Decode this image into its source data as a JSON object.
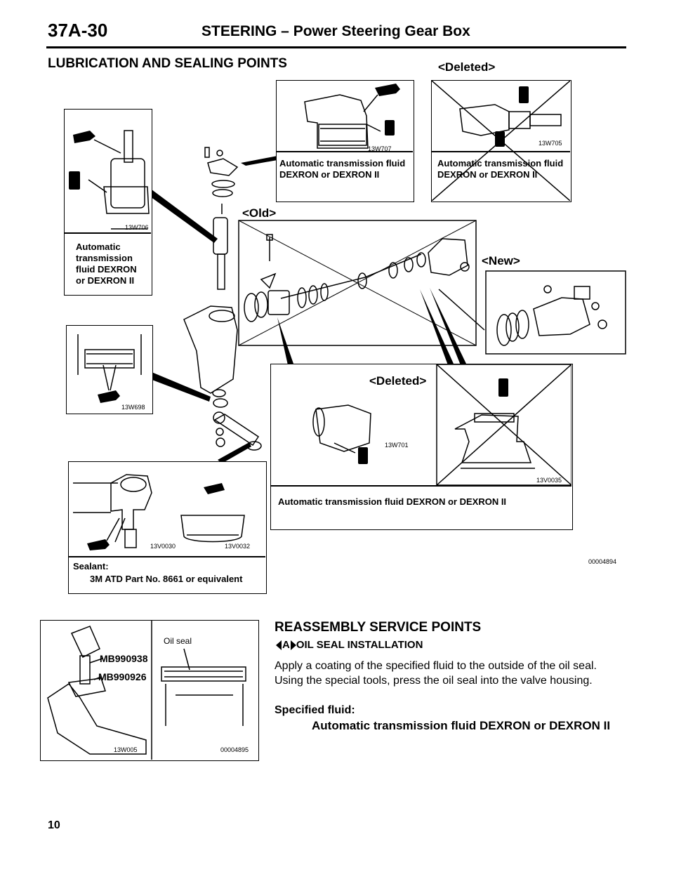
{
  "header": {
    "code": "37A-30",
    "title": "STEERING – Power Steering Gear Box"
  },
  "section_title": "LUBRICATION AND SEALING POINTS",
  "labels": {
    "deleted_top": "<Deleted>",
    "old": "<Old>",
    "new": "<New>",
    "deleted_mid": "<Deleted>"
  },
  "panels": {
    "p706": {
      "code": "13W706",
      "caption": "Automatic transmission fluid DEXRON or DEXRON II"
    },
    "p707": {
      "code": "13W707",
      "caption": "Automatic transmission fluid DEXRON or DEXRON II"
    },
    "p705": {
      "code": "13W705",
      "caption": "Automatic transmission fluid DEXRON or DEXRON II"
    },
    "p698": {
      "code": "13W698"
    },
    "p701": {
      "code": "13W701",
      "code2": "13V0035",
      "caption": "Automatic transmission fluid DEXRON or DEXRON II"
    },
    "psealant": {
      "code1": "13V0030",
      "code2": "13V0032",
      "caption_title": "Sealant:",
      "caption_body": "3M ATD Part No. 8661 or equivalent"
    }
  },
  "figure_code_main": "00004894",
  "figure2": {
    "tool1": "MB990938",
    "tool2": "MB990926",
    "oil_seal": "Oil seal",
    "code1": "13W005",
    "code2": "00004895"
  },
  "reassembly": {
    "title": "REASSEMBLY SERVICE POINTS",
    "marker": "A",
    "subtitle": "OIL SEAL INSTALLATION",
    "body": "Apply a coating of the specified fluid to the outside of the oil seal. Using the special tools, press the oil seal into the valve housing.",
    "spec_label": "Specified fluid:",
    "spec_value": "Automatic transmission fluid DEXRON or DEXRON II"
  },
  "page_number": "10"
}
